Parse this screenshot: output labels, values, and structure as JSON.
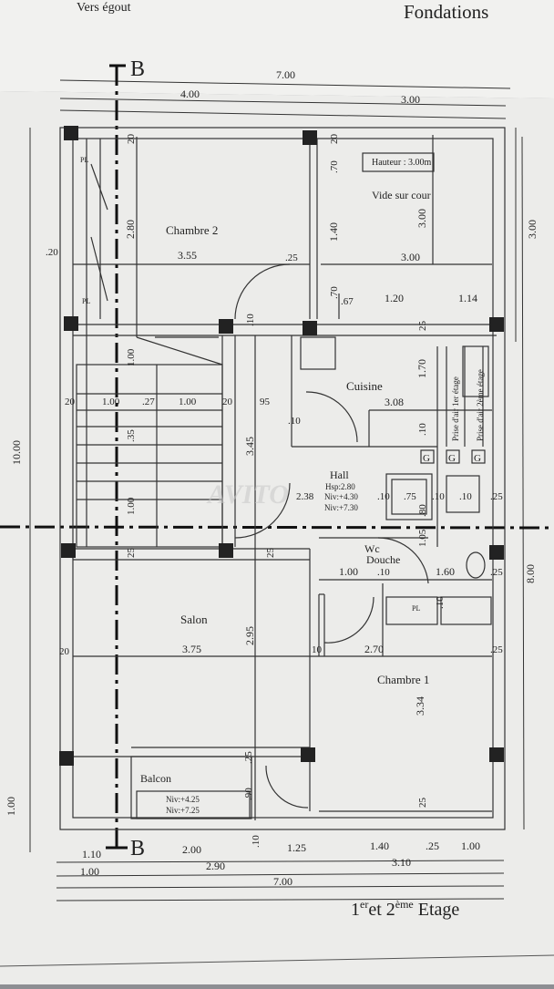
{
  "header": {
    "left": "Vers égout",
    "right": "Fondations"
  },
  "section_marks": {
    "top": "B",
    "bottom": "B"
  },
  "rooms": {
    "chambre2": "Chambre 2",
    "vide": "Vide sur cour",
    "hauteur": "Hauteur : 3.00m",
    "cuisine": "Cuisine",
    "hall": "Hall",
    "hall_hsp": "Hsp:2.80",
    "hall_niv1": "Niv:+4.30",
    "hall_niv2": "Niv:+7.30",
    "wc": "Wc",
    "douche": "Douche",
    "salon": "Salon",
    "chambre1": "Chambre 1",
    "balcon": "Balcon",
    "balcon_niv1": "Niv:+4.25",
    "balcon_niv2": "Niv:+7.25",
    "pl": "PL",
    "gaine1": "Prise d'air 1er étage",
    "gaine2": "Prise d'air 2ème étage",
    "g": "G"
  },
  "dims": {
    "top_total": "7.00",
    "top_left": "4.00",
    "top_right": "3.00",
    "right_top": "3.00",
    "right_bottom": "8.00",
    "left_total": "10.00",
    "left_bottom": "1.00",
    "ch2_width": "3.55",
    "ch2_height": "2.80",
    "d20a": "20",
    "d20b": "20",
    "d20c": ".20",
    "d25a": ".25",
    "vide_w": "3.00",
    "vide_h": "3.00",
    "v70a": ".70",
    "v140": "1.40",
    "v70b": ".70",
    "v67": ".67",
    "v120": "1.20",
    "v114": "1.14",
    "s20a": "20",
    "s100": "1.00",
    "s27": ".27",
    "s100b": "1.00",
    "s20b": "20",
    "s95": "95",
    "s100c": "1.00",
    "s35": ".35",
    "s100d": "1.00",
    "s10a": ".10",
    "c308": "3.08",
    "c170": "1.70",
    "c25a": "25",
    "c10": ".10",
    "c10b": ".10",
    "h345": "3.45",
    "h238": "2.38",
    "h10": ".10",
    "h75": ".75",
    "h10b": ".10",
    "h80": ".80",
    "h10c": ".10",
    "h25": ".25",
    "h105": "1.05",
    "w100": "1.00",
    "w10": ".10",
    "w160": "1.60",
    "w25": ".25",
    "w10b": ".10",
    "sa25a": "25",
    "sa25b": "25",
    "sa20": "20",
    "sa375": "3.75",
    "sa295": "2.95",
    "sa10": "10",
    "c1_270": "2.70",
    "c1_25": ".25",
    "c1_334": "3.34",
    "c1_25b": "25",
    "b25": ".25",
    "b90": ".90",
    "b10": ".10",
    "bot110": "1.10",
    "bot200": "2.00",
    "bot125": "1.25",
    "bot140": "1.40",
    "bot25": ".25",
    "bot100": "1.00",
    "bot100b": "1.00",
    "bot290": "2.90",
    "bot310": "3.10",
    "bot700": "7.00"
  },
  "footer_title": {
    "prefix": "1",
    "sup1": "er",
    "mid": "et 2",
    "sup2": "ème",
    "suffix": " Etage"
  },
  "watermark": "AVITO"
}
